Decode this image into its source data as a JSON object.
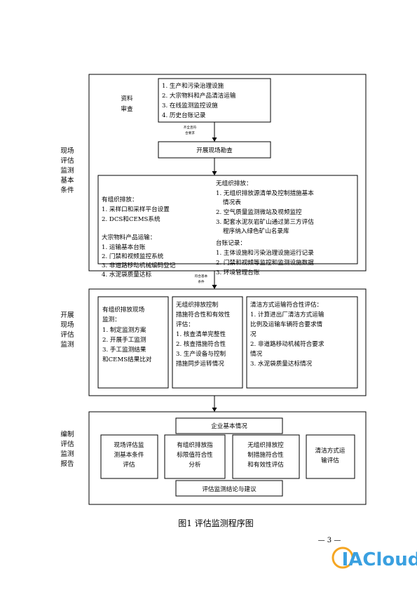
{
  "section_labels": {
    "basic": [
      "现场",
      "评估",
      "监测",
      "基本",
      "条件"
    ],
    "conduct": [
      "开展",
      "现场",
      "评估",
      "监测"
    ],
    "report": [
      "编制",
      "评估",
      "监测",
      "报告"
    ]
  },
  "review": {
    "label": [
      "资料",
      "审查"
    ],
    "items": [
      "1. 生产和污染治理设施",
      "2. 大宗物料和产品清洁运输",
      "3. 在线监测监控设施",
      "4. 历史台账记录"
    ]
  },
  "condition1": [
    "齐全且符",
    "合要求"
  ],
  "survey": "开展现场勘查",
  "basic_box": {
    "organized_title": "有组织排放：",
    "organized_items": [
      "1. 采样口和采样平台设置",
      "2. DCS和CEMS系统"
    ],
    "bulk_title": "大宗物料产品运输：",
    "bulk_items": [
      "1. 运输基本台账",
      "2. 门禁和视频监控系统",
      "3. 非道路移动机械编码登记",
      "4. 水泥袋质量达标"
    ],
    "unorganized_title": "无组织排放：",
    "unorganized_lines": [
      "1. 无组织排放源清单及控制措施基本",
      "情况表",
      "2. 空气质量监测微站及视频监控",
      "3. 配套水泥灰岩矿山通过第三方评估",
      "程序纳入绿色矿山名录库"
    ],
    "ledger_title": "台账记录：",
    "ledger_items": [
      "1. 主体设施和污染治理设施运行记录",
      "2. 门禁和视频等监控和监测设施数据",
      "3. 环境管理台账"
    ]
  },
  "condition2": [
    "符合基本",
    "条件"
  ],
  "conduct": {
    "col1": [
      "有组织排放现场",
      "监测：",
      "1. 制定监测方案",
      "2. 开展手工监测",
      "3. 手工监测结果",
      "和CEMS结果比对"
    ],
    "col2": [
      "无组织排放控制",
      "措施符合性和有效性",
      "评估：",
      "1. 核查清单完整性",
      "2. 核查措施符合性",
      "3. 生产设备与控制",
      "措施同步运转情况"
    ],
    "col3": [
      "清洁方式运输符合性评估：",
      "1. 计算进出厂清洁方式运输",
      "比例及运输车辆符合要求情",
      "况",
      "2. 非道路移动机械符合要求",
      "情况",
      "3. 水泥袋质量达标情况"
    ]
  },
  "report": {
    "top": "企业基本情况",
    "items": [
      [
        "现场评估监",
        "测基本条件",
        "评估"
      ],
      [
        "有组织排放指",
        "标限值符合性",
        "分析"
      ],
      [
        "无组织排放控",
        "制措施符合性",
        "和有效性评估"
      ],
      [
        "清洁方式运",
        "输评估"
      ]
    ],
    "bottom": "评估监测结论与建议"
  },
  "caption": "图1    评估监测程序图",
  "page_number": "— 3 —",
  "watermark": "IACloud"
}
